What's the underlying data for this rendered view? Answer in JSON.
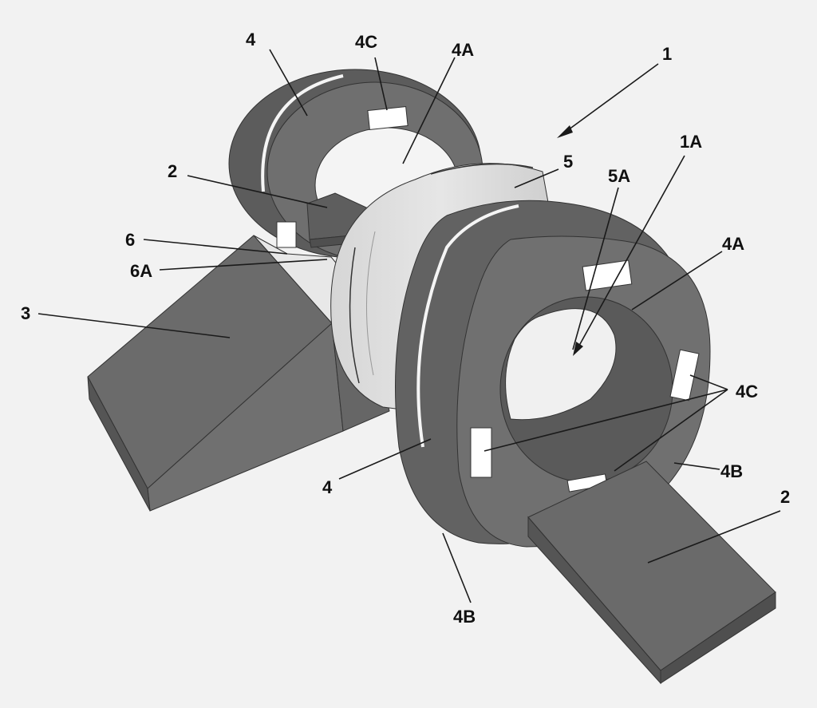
{
  "labels": {
    "assembly": "1",
    "bore": "1A",
    "table_back": "2",
    "table_front": "2",
    "base": "3",
    "gantry_back": "4",
    "gantry_front": "4",
    "inner_ring_back": "4A",
    "inner_ring_front": "4A",
    "edge_bottom": "4B",
    "edge_right": "4B",
    "window_top": "4C",
    "windows_right": "4C",
    "middle_ring": "5",
    "middle_bore": "5A",
    "slot": "6",
    "slot_edge": "6A"
  },
  "colors": {
    "background": "#f2f2f2",
    "dark_face": "#6e6e6e",
    "side_face": "#595959",
    "light_face": "#d9d9d9",
    "bore_light": "#ededed",
    "window": "#ffffff",
    "ink": "#111111"
  }
}
